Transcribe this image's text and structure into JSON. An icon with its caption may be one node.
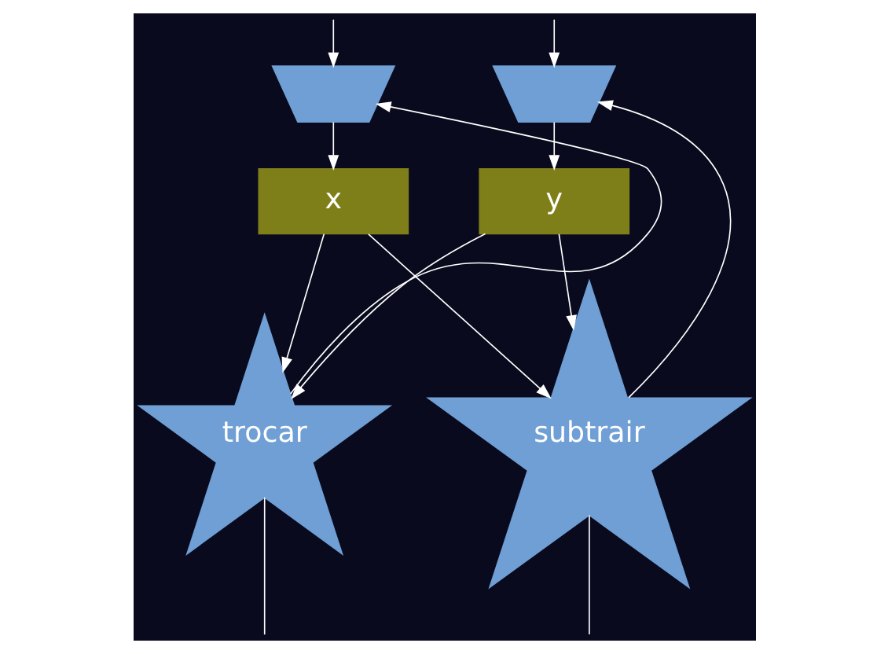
{
  "diagram": {
    "nodes": [
      {
        "text": [],
        "shape": "trapezoid"
      },
      {
        "text": [],
        "shape": "trapezoid"
      },
      {
        "text": [
          "x"
        ]
      },
      {
        "text": [
          "y"
        ]
      },
      {
        "text": [
          "trocar"
        ]
      },
      {
        "text": [
          "subtrair"
        ]
      }
    ],
    "edges": [
      {
        "from": 4,
        "to": 0,
        "arrow": "to"
      },
      {
        "from": null,
        "to": 0,
        "arrow": "to"
      },
      {
        "from": null,
        "to": 1,
        "arrow": "to"
      },
      {
        "from": 5,
        "to": 1,
        "arrow": "to"
      },
      {
        "from": 0,
        "to": 2,
        "arrow": "to"
      },
      {
        "from": 1,
        "to": 3,
        "arrow": "to"
      },
      {
        "from": 2,
        "to": 4,
        "arrow": "to"
      },
      {
        "from": 2,
        "to": 5,
        "arrow": "to"
      },
      {
        "from": 3,
        "to": 4,
        "arrow": "to"
      },
      {
        "from": 3,
        "to": 5,
        "arrow": "to"
      },
      {
        "from": 4,
        "to": null,
        "arrow": "none"
      },
      {
        "from": 5,
        "to": null,
        "arrow": "none"
      }
    ]
  }
}
